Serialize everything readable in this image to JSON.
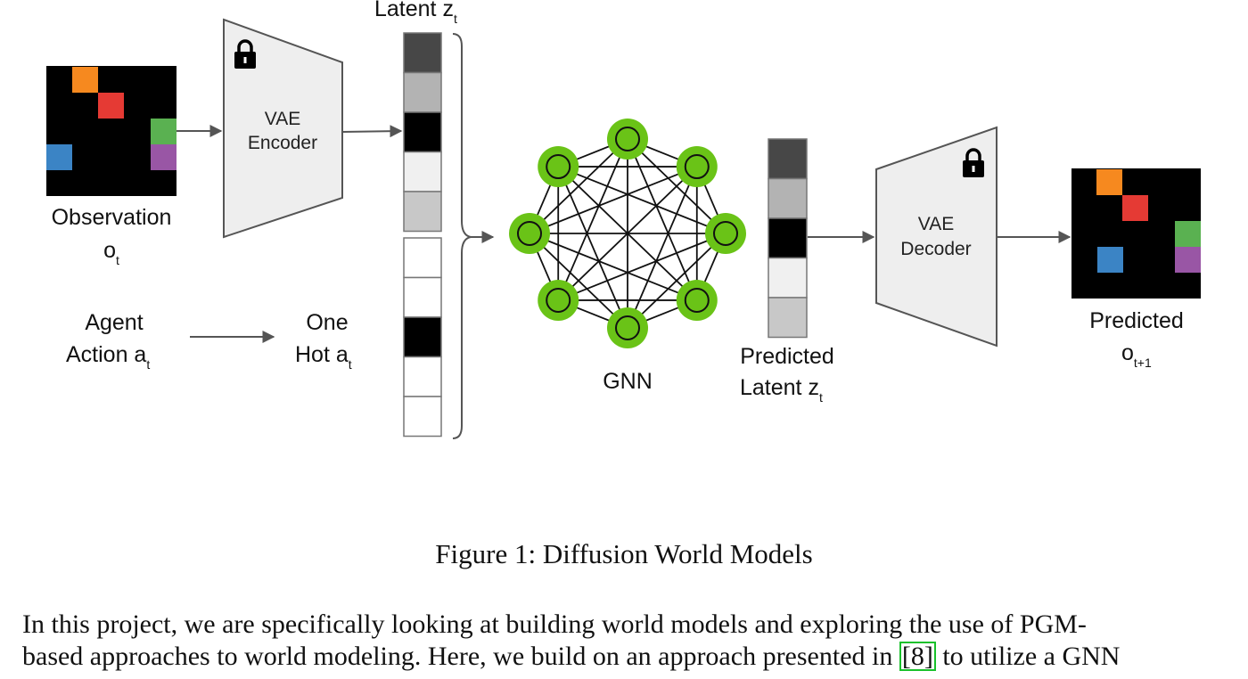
{
  "figure": {
    "observation": {
      "label": "Observation",
      "symbol": "o",
      "subscript": "t",
      "cells": [
        {
          "color": "#f6891f"
        },
        {
          "color": "#e53a34"
        },
        {
          "color": "#5ab151"
        },
        {
          "color": "#3b84c5"
        },
        {
          "color": "#9956a5"
        }
      ]
    },
    "encoder": {
      "line1": "VAE",
      "line2": "Encoder",
      "icon": "lock-icon"
    },
    "latent": {
      "label": "Latent z",
      "subscript": "t"
    },
    "latent_shades": [
      "#474747",
      "#b3b3b3",
      "#000000",
      "#f0f0f0",
      "#c8c8c8"
    ],
    "onehot_shades": [
      "#ffffff",
      "#ffffff",
      "#000000",
      "#ffffff",
      "#ffffff"
    ],
    "agent_action": {
      "line1": "Agent",
      "line2": "Action a",
      "subscript": "t"
    },
    "one_hot": {
      "line1": "One",
      "line2": "Hot a",
      "subscript": "t"
    },
    "gnn": {
      "label": "GNN",
      "node_color": "#6ac317",
      "node_count": 8
    },
    "predicted_latent": {
      "line1": "Predicted",
      "line2": "Latent z",
      "subscript": "t"
    },
    "predicted_shades": [
      "#474747",
      "#b3b3b3",
      "#000000",
      "#f0f0f0",
      "#c8c8c8"
    ],
    "decoder": {
      "line1": "VAE",
      "line2": "Decoder",
      "icon": "lock-icon"
    },
    "predicted_obs": {
      "line1": "Predicted",
      "symbol": "o",
      "subscript": "t+1"
    }
  },
  "caption": "Figure 1: Diffusion World Models",
  "paragraph": {
    "line1": "In this project, we are specifically looking at building world models and exploring the use of PGM-",
    "line2_before": "based approaches to world modeling. Here, we build on an approach presented in ",
    "citation": "[8]",
    "line2_after": " to utilize a GNN"
  }
}
